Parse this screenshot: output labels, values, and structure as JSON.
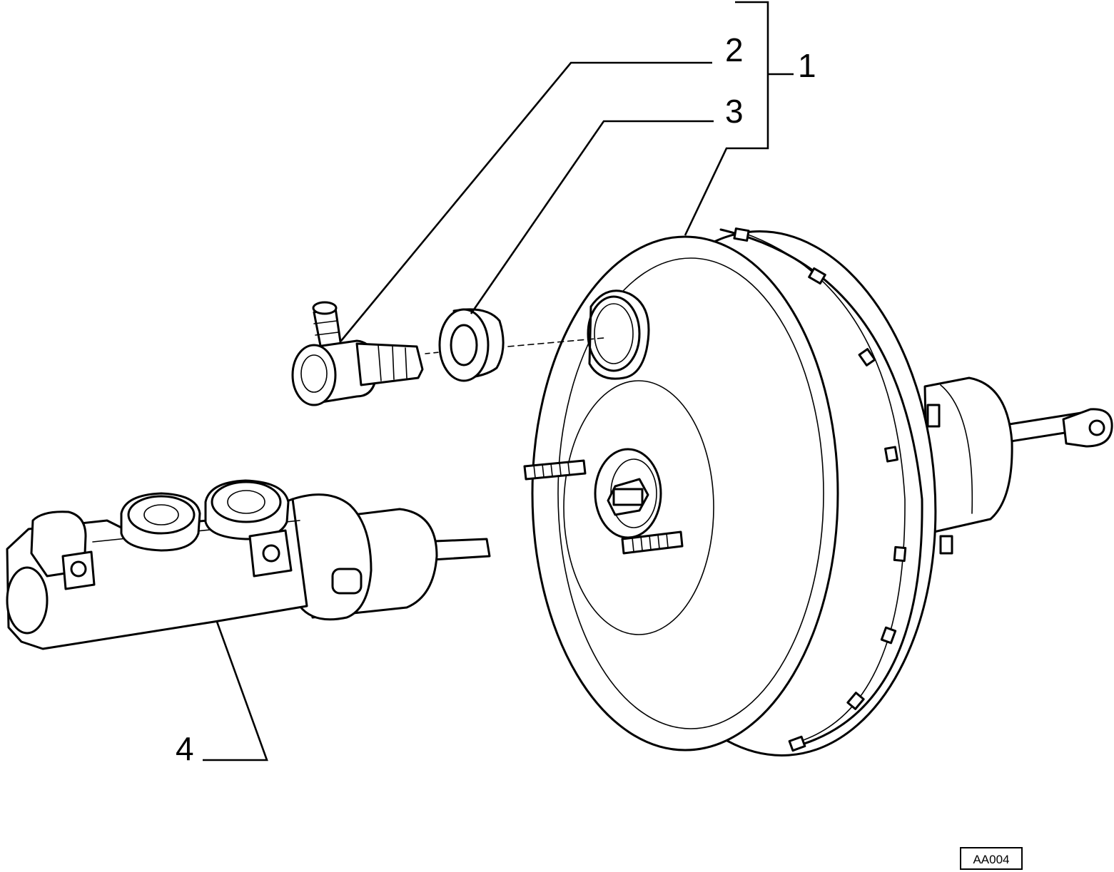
{
  "callouts": {
    "c1": "1",
    "c2": "2",
    "c3": "3",
    "c4": "4"
  },
  "reference_code": "AA004",
  "ink_color": "#000000",
  "background_color": "#ffffff"
}
